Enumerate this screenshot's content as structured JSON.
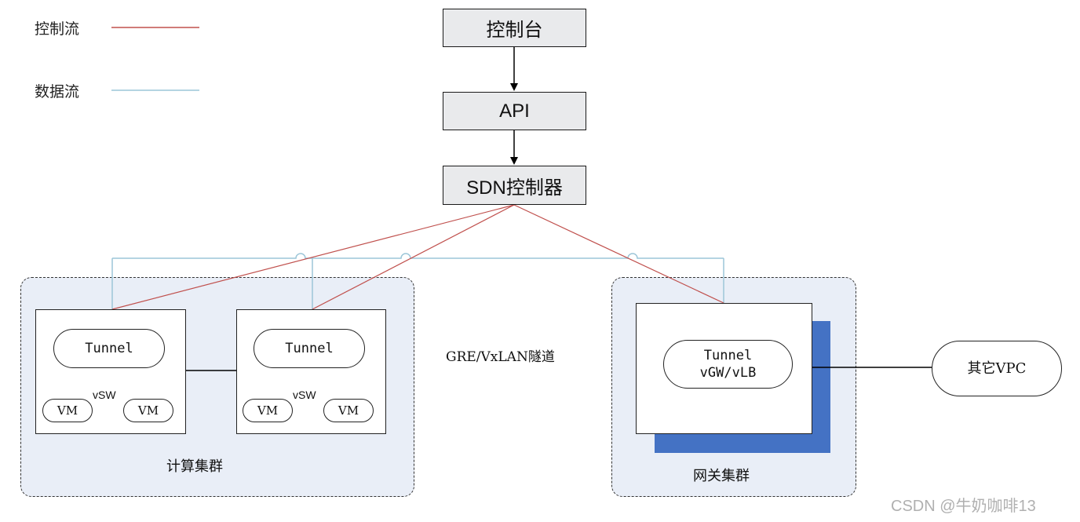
{
  "legend": {
    "control_flow": {
      "label": "控制流",
      "color": "#c0504d"
    },
    "data_flow": {
      "label": "数据流",
      "color": "#9cc6d8"
    }
  },
  "control_chain": {
    "console": "控制台",
    "api": "API",
    "sdn_controller": "SDN控制器"
  },
  "compute_cluster": {
    "label": "计算集群",
    "hosts": [
      {
        "tunnel": "Tunnel",
        "vsw": "vSW",
        "vms": [
          "VM",
          "VM"
        ]
      },
      {
        "tunnel": "Tunnel",
        "vsw": "vSW",
        "vms": [
          "VM",
          "VM"
        ]
      }
    ]
  },
  "tunnel_label": "GRE/VxLAN隧道",
  "gateway_cluster": {
    "label": "网关集群",
    "tunnel_line1": "Tunnel",
    "tunnel_line2": "vGW/vLB",
    "shadow_color": "#4472c4"
  },
  "other_vpc": "其它VPC",
  "watermark": "CSDN @牛奶咖啡13"
}
